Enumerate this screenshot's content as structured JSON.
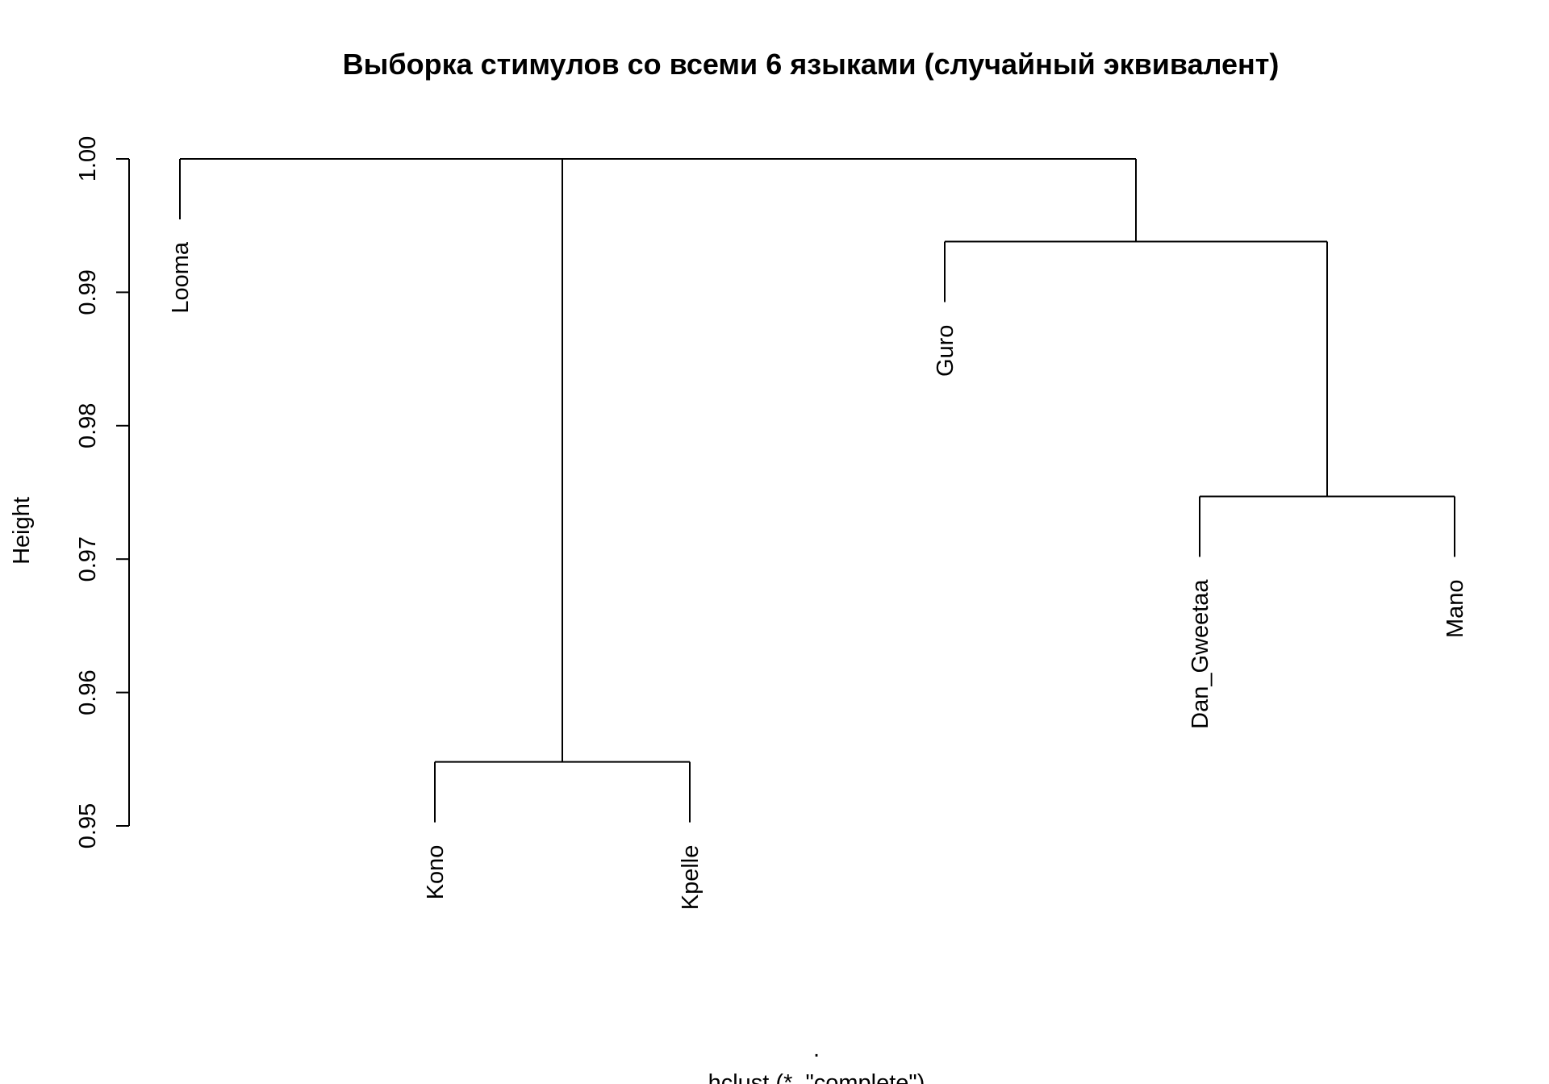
{
  "chart_data": {
    "type": "dendrogram",
    "title": "Выборка стимулов со всеми 6 языками (случайный эквивалент)",
    "ylabel": "Height",
    "xlabel_dot": ".",
    "xlabel": "hclust (*, \"complete\")",
    "ylim": [
      0.95,
      1.0
    ],
    "yticks": [
      {
        "value": 0.95,
        "label": "0.95"
      },
      {
        "value": 0.96,
        "label": "0.96"
      },
      {
        "value": 0.97,
        "label": "0.97"
      },
      {
        "value": 0.98,
        "label": "0.98"
      },
      {
        "value": 0.99,
        "label": "0.99"
      },
      {
        "value": 1.0,
        "label": "1.00"
      }
    ],
    "leaves": [
      "Looma",
      "Kono",
      "Kpelle",
      "Guro",
      "Dan_Gweetaa",
      "Mano"
    ],
    "merges": [
      {
        "left": "Kono",
        "right": "Kpelle",
        "height": 0.9548
      },
      {
        "left": "Dan_Gweetaa",
        "right": "Mano",
        "height": 0.9747
      },
      {
        "left": "Guro",
        "right": "[Dan_Gweetaa, Mano]",
        "height": 0.9938
      },
      {
        "left": "Looma",
        "right": "[Kono, Kpelle]",
        "height": 1.0
      },
      {
        "left": "[Looma, Kono, Kpelle]",
        "right": "[Guro, Dan_Gweetaa, Mano]",
        "height": 1.0
      }
    ]
  }
}
